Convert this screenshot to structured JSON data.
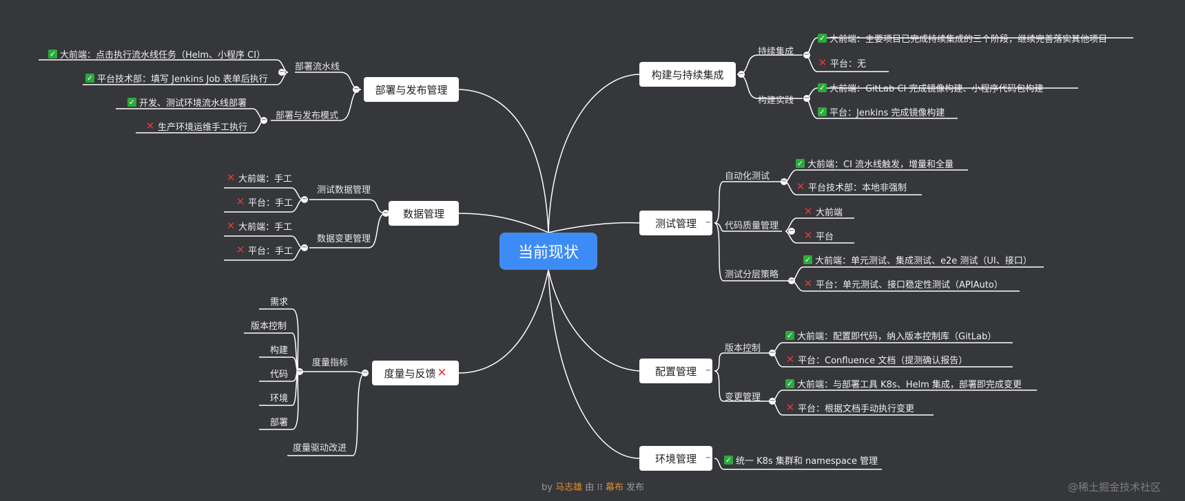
{
  "root": {
    "label": "当前现状"
  },
  "topics": {
    "build_ci": {
      "label": "构建与持续集成",
      "groups": [
        {
          "label": "持续集成",
          "items": [
            {
              "status": "ok",
              "text": "大前端：主要项目已完成持续集成的三个阶段，继续完善落实其他项目"
            },
            {
              "status": "no",
              "text": "平台：无"
            }
          ]
        },
        {
          "label": "构建实践",
          "items": [
            {
              "status": "ok",
              "text": "大前端：GitLab CI 完成镜像构建、小程序代码包构建"
            },
            {
              "status": "ok",
              "text": "平台：Jenkins 完成镜像构建"
            }
          ]
        }
      ]
    },
    "test": {
      "label": "测试管理",
      "groups": [
        {
          "label": "自动化测试",
          "items": [
            {
              "status": "ok",
              "text": "大前端：CI 流水线触发，增量和全量"
            },
            {
              "status": "no",
              "text": "平台技术部：本地非强制"
            }
          ]
        },
        {
          "label": "代码质量管理",
          "items": [
            {
              "status": "no",
              "text": "大前端"
            },
            {
              "status": "no",
              "text": "平台"
            }
          ]
        },
        {
          "label": "测试分层策略",
          "items": [
            {
              "status": "ok",
              "text": "大前端：单元测试、集成测试、e2e 测试（UI、接口）"
            },
            {
              "status": "no",
              "text": "平台：单元测试、接口稳定性测试（APIAuto）"
            }
          ]
        }
      ]
    },
    "config": {
      "label": "配置管理",
      "groups": [
        {
          "label": "版本控制",
          "items": [
            {
              "status": "ok",
              "text": "大前端：配置即代码，纳入版本控制库（GitLab）"
            },
            {
              "status": "no",
              "text": "平台：Confluence 文档（提测确认报告）"
            }
          ]
        },
        {
          "label": "变更管理",
          "items": [
            {
              "status": "ok",
              "text": "大前端：与部署工具 K8s、Helm 集成，部署即完成变更"
            },
            {
              "status": "no",
              "text": "平台：根据文档手动执行变更"
            }
          ]
        }
      ]
    },
    "env": {
      "label": "环境管理",
      "items": [
        {
          "status": "ok",
          "text": "统一 K8s 集群和 namespace 管理"
        }
      ]
    },
    "deploy": {
      "label": "部署与发布管理",
      "groups": [
        {
          "label": "部署流水线",
          "items": [
            {
              "status": "ok",
              "text": "大前端：点击执行流水线任务（Helm、小程序 CI）"
            },
            {
              "status": "ok",
              "text": "平台技术部：填写 Jenkins Job 表单后执行"
            }
          ]
        },
        {
          "label": "部署与发布模式",
          "items": [
            {
              "status": "ok",
              "text": "开发、测试环境流水线部署"
            },
            {
              "status": "no",
              "text": "生产环境运维手工执行"
            }
          ]
        }
      ]
    },
    "data": {
      "label": "数据管理",
      "groups": [
        {
          "label": "测试数据管理",
          "items": [
            {
              "status": "no",
              "text": "大前端：手工"
            },
            {
              "status": "no",
              "text": "平台：手工"
            }
          ]
        },
        {
          "label": "数据变更管理",
          "items": [
            {
              "status": "no",
              "text": "大前端：手工"
            },
            {
              "status": "no",
              "text": "平台：手工"
            }
          ]
        }
      ]
    },
    "metrics": {
      "label": "度量与反馈",
      "status": "no",
      "groups": [
        {
          "label": "度量指标",
          "items": [
            {
              "text": "需求"
            },
            {
              "text": "版本控制"
            },
            {
              "text": "构建"
            },
            {
              "text": "代码"
            },
            {
              "text": "环境"
            },
            {
              "text": "部署"
            }
          ]
        },
        {
          "label": "度量驱动改进",
          "items": []
        }
      ]
    }
  },
  "footer": {
    "prefix": "by",
    "author": "马志雄",
    "mid": "由",
    "brand": "幕布",
    "suffix": "发布"
  },
  "watermark": "@稀土掘金技术社区",
  "colors": {
    "background": "#36373b",
    "root": "#3d8cf5",
    "line": "#ffffff",
    "ok": "#2bab3c",
    "no": "#e53935"
  }
}
